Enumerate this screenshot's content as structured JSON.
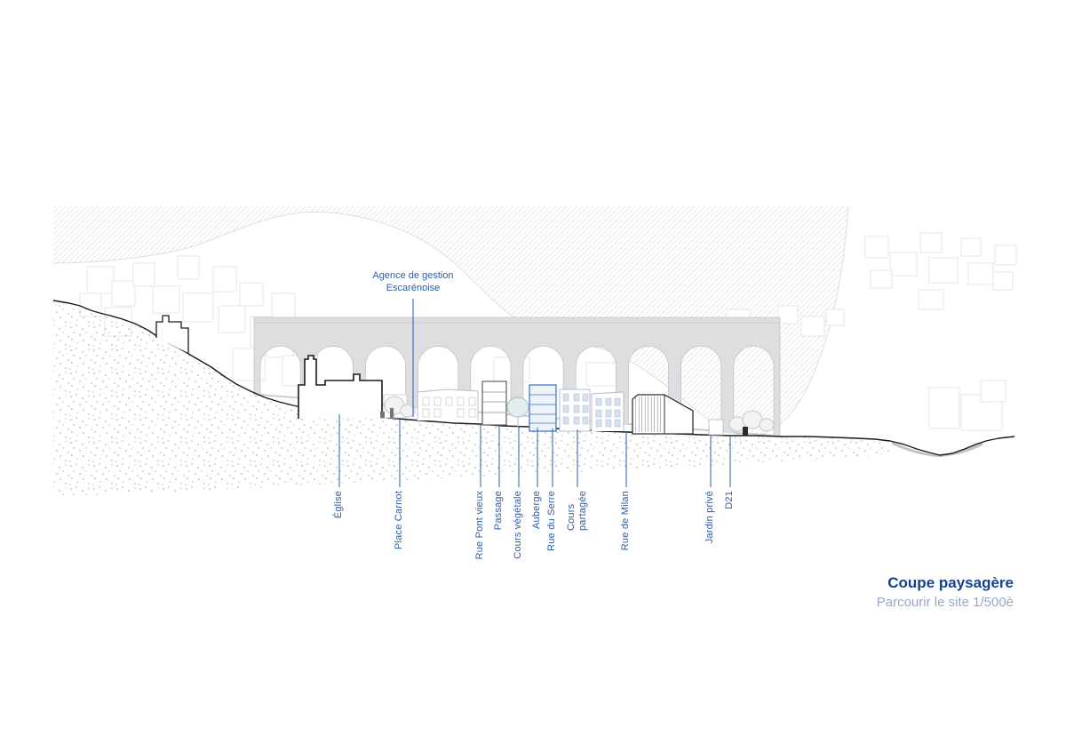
{
  "title_block": {
    "title": "Coupe paysagère",
    "subtitle": "Parcourir le site 1/500è"
  },
  "annotation": {
    "line1": "Agence de gestion",
    "line2": "Escarénoise"
  },
  "labels": [
    {
      "text": "Église"
    },
    {
      "text": "Place Carnot"
    },
    {
      "text": "Rue Pont vieux"
    },
    {
      "text": "Passage"
    },
    {
      "text": "Cours végétale"
    },
    {
      "text": "Auberge"
    },
    {
      "text": "Rue du Serre"
    },
    {
      "line1": "Cours",
      "line2": "partagée"
    },
    {
      "text": "Rue de Milan"
    },
    {
      "text": "Jardin privé"
    },
    {
      "text": "D21"
    }
  ],
  "colors": {
    "label_blue": "#2e5ca8",
    "title_blue": "#16418f",
    "subtitle_gray_blue": "#98a7c8",
    "viaduct_gray": "#dcdee0",
    "terrain_black": "#1b1b1b",
    "highlight_building_blue": "#3a6fc0"
  }
}
